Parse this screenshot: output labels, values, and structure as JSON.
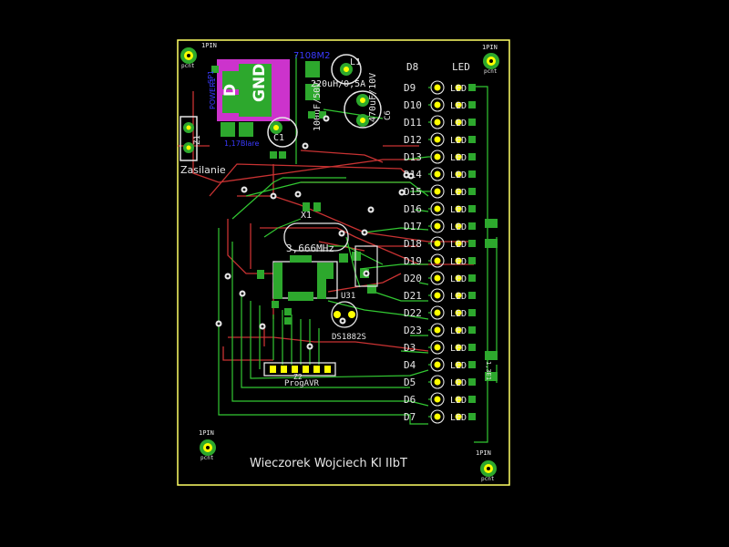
{
  "board": {
    "outline_color": "#ffff66",
    "bg_color": "#000000",
    "silk_color": "#e6e6e6",
    "top_copper_color": "#c83232",
    "bottom_copper_color": "#32c832",
    "pad_color": "#ffff00",
    "via_ring_color": "#ffffff",
    "comp_green": "#2da82d",
    "fab_color": "#3a3aff",
    "zone_color": "#cc33cc"
  },
  "mounting_holes": [
    "1PIN",
    "1PIN",
    "1PIN",
    "1PIN"
  ],
  "mounting_hole_sub": [
    "pcnt",
    "pcnt",
    "pcnt",
    "pcnt"
  ],
  "regulator": {
    "label_d": "D",
    "label_gnd": "GND",
    "ref_top": "7108M2",
    "ref_left": "SP1",
    "ref_left2": "POWER1",
    "ref_bottom": "1,17Blare"
  },
  "connector": {
    "ref": "Z1",
    "label": "Zasilanie"
  },
  "caps": {
    "L1": "L1",
    "L1_value": "220uH/0,5A",
    "C1": "C1",
    "C1_value": "100uF/50V",
    "C6": "C6",
    "C6_value": "470uF/10V"
  },
  "crystal": {
    "ref": "X1",
    "value": "3,666MHz"
  },
  "ic": {
    "ref": "U31",
    "value": "DS1882S"
  },
  "prog": {
    "label": "ProgAVR",
    "ref": "Z2"
  },
  "leds": {
    "header_ref": "D8",
    "header_val": "LED",
    "rows": [
      {
        "ref": "D9",
        "val": "LED"
      },
      {
        "ref": "D10",
        "val": "LED"
      },
      {
        "ref": "D11",
        "val": "LED"
      },
      {
        "ref": "D12",
        "val": "LED"
      },
      {
        "ref": "D13",
        "val": "LED"
      },
      {
        "ref": "D14",
        "val": "LED"
      },
      {
        "ref": "D15",
        "val": "LED"
      },
      {
        "ref": "D16",
        "val": "LED"
      },
      {
        "ref": "D17",
        "val": "LED"
      },
      {
        "ref": "D18",
        "val": "LED"
      },
      {
        "ref": "D19",
        "val": "LED"
      },
      {
        "ref": "D20",
        "val": "LED"
      },
      {
        "ref": "D21",
        "val": "LED"
      },
      {
        "ref": "D22",
        "val": "LED"
      },
      {
        "ref": "D23",
        "val": "LED"
      },
      {
        "ref": "D3",
        "val": "LED"
      },
      {
        "ref": "D4",
        "val": "LED"
      },
      {
        "ref": "D5",
        "val": "LED"
      },
      {
        "ref": "D6",
        "val": "LED"
      },
      {
        "ref": "D7",
        "val": "LED"
      }
    ]
  },
  "side_label": "1,3E1",
  "author": "Wieczorek Wojciech Kl IIbT"
}
